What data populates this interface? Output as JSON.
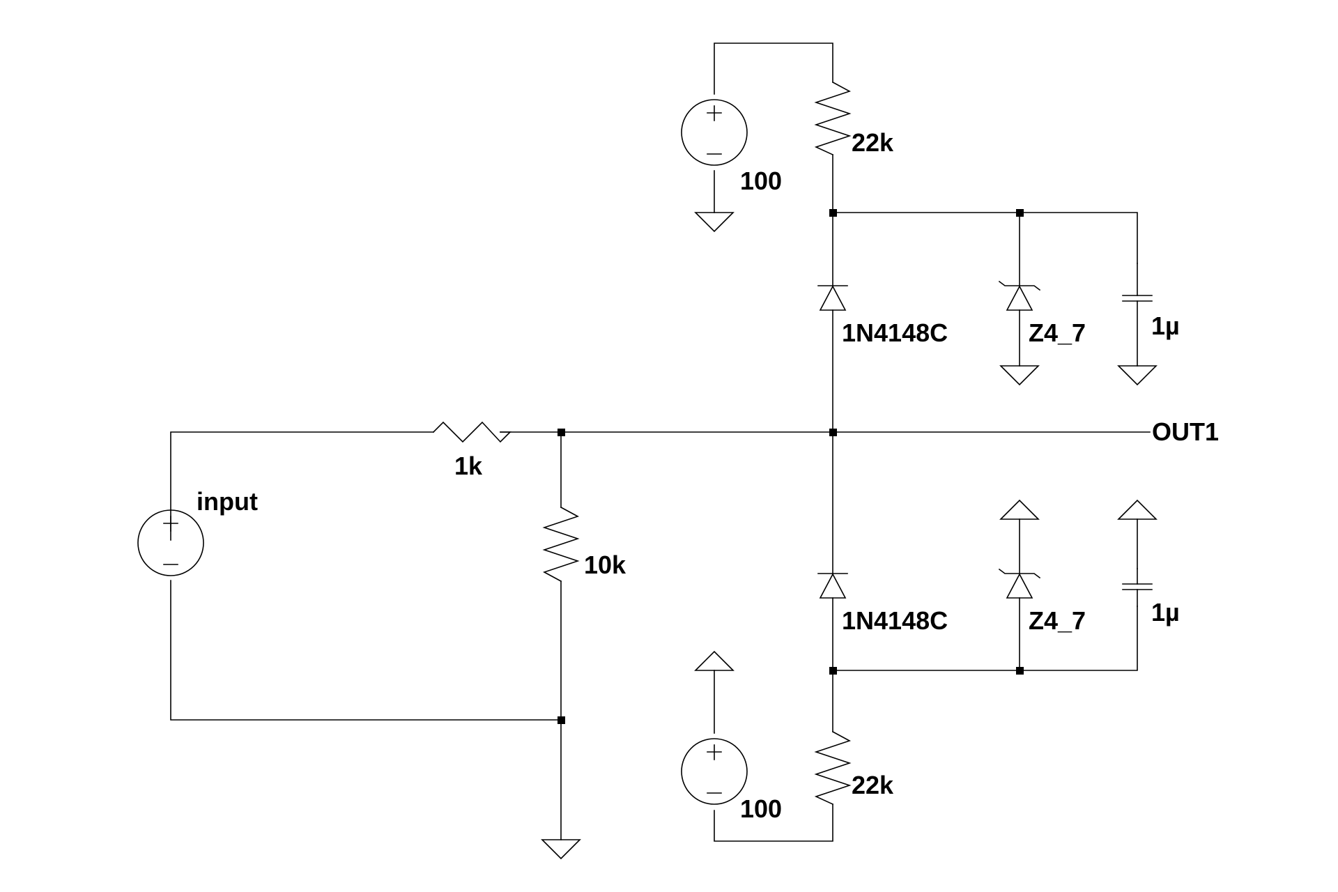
{
  "labels": {
    "input_source": "input",
    "r_series": "1k",
    "r_shunt": "10k",
    "v_top": "100",
    "r_top": "22k",
    "d_top": "1N4148C",
    "z_top": "Z4_7",
    "c_top": "1µ",
    "output": "OUT1",
    "d_bot": "1N4148C",
    "z_bot": "Z4_7",
    "c_bot": "1µ",
    "v_bot": "100",
    "r_bot": "22k"
  }
}
